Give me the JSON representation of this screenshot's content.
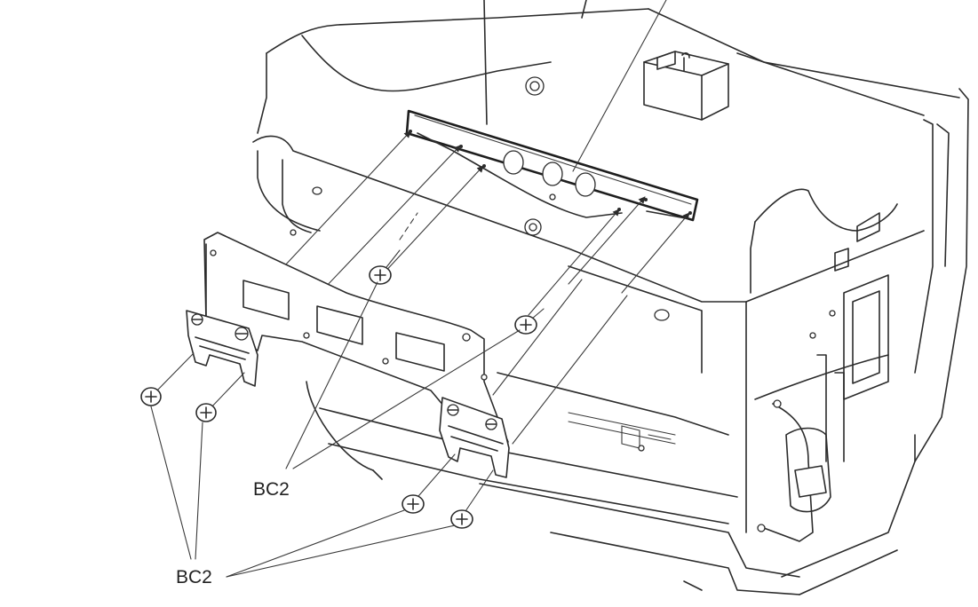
{
  "callouts": [
    {
      "id": "upper",
      "text": "BC2"
    },
    {
      "id": "lower",
      "text": "BC2"
    }
  ],
  "colors": {
    "ink": "#2b2b2b",
    "paper": "#ffffff"
  }
}
